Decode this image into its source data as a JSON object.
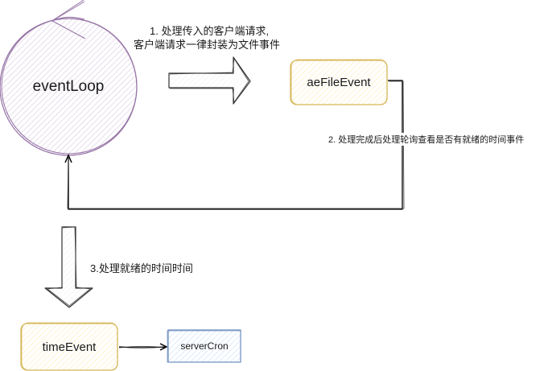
{
  "nodes": {
    "event_loop": "eventLoop",
    "ae_file_event": "aeFileEvent",
    "time_event": "timeEvent",
    "server_cron": "serverCron"
  },
  "edges": {
    "step1_line1": "1. 处理传入的客户端请求,",
    "step1_line2": "客户端请求一律封装为文件事件",
    "step2": "2. 处理完成后处理轮询查看是否有就绪的时间事件",
    "step3": "3.处理就绪的时间时间"
  },
  "colors": {
    "purple_stroke": "#9673a6",
    "purple_fill": "#e1d5e7",
    "yellow_stroke": "#d6b656",
    "yellow_fill": "#fff2cc",
    "blue_stroke": "#6c8ebf",
    "blue_fill": "#dae8fc",
    "line": "#000000"
  }
}
